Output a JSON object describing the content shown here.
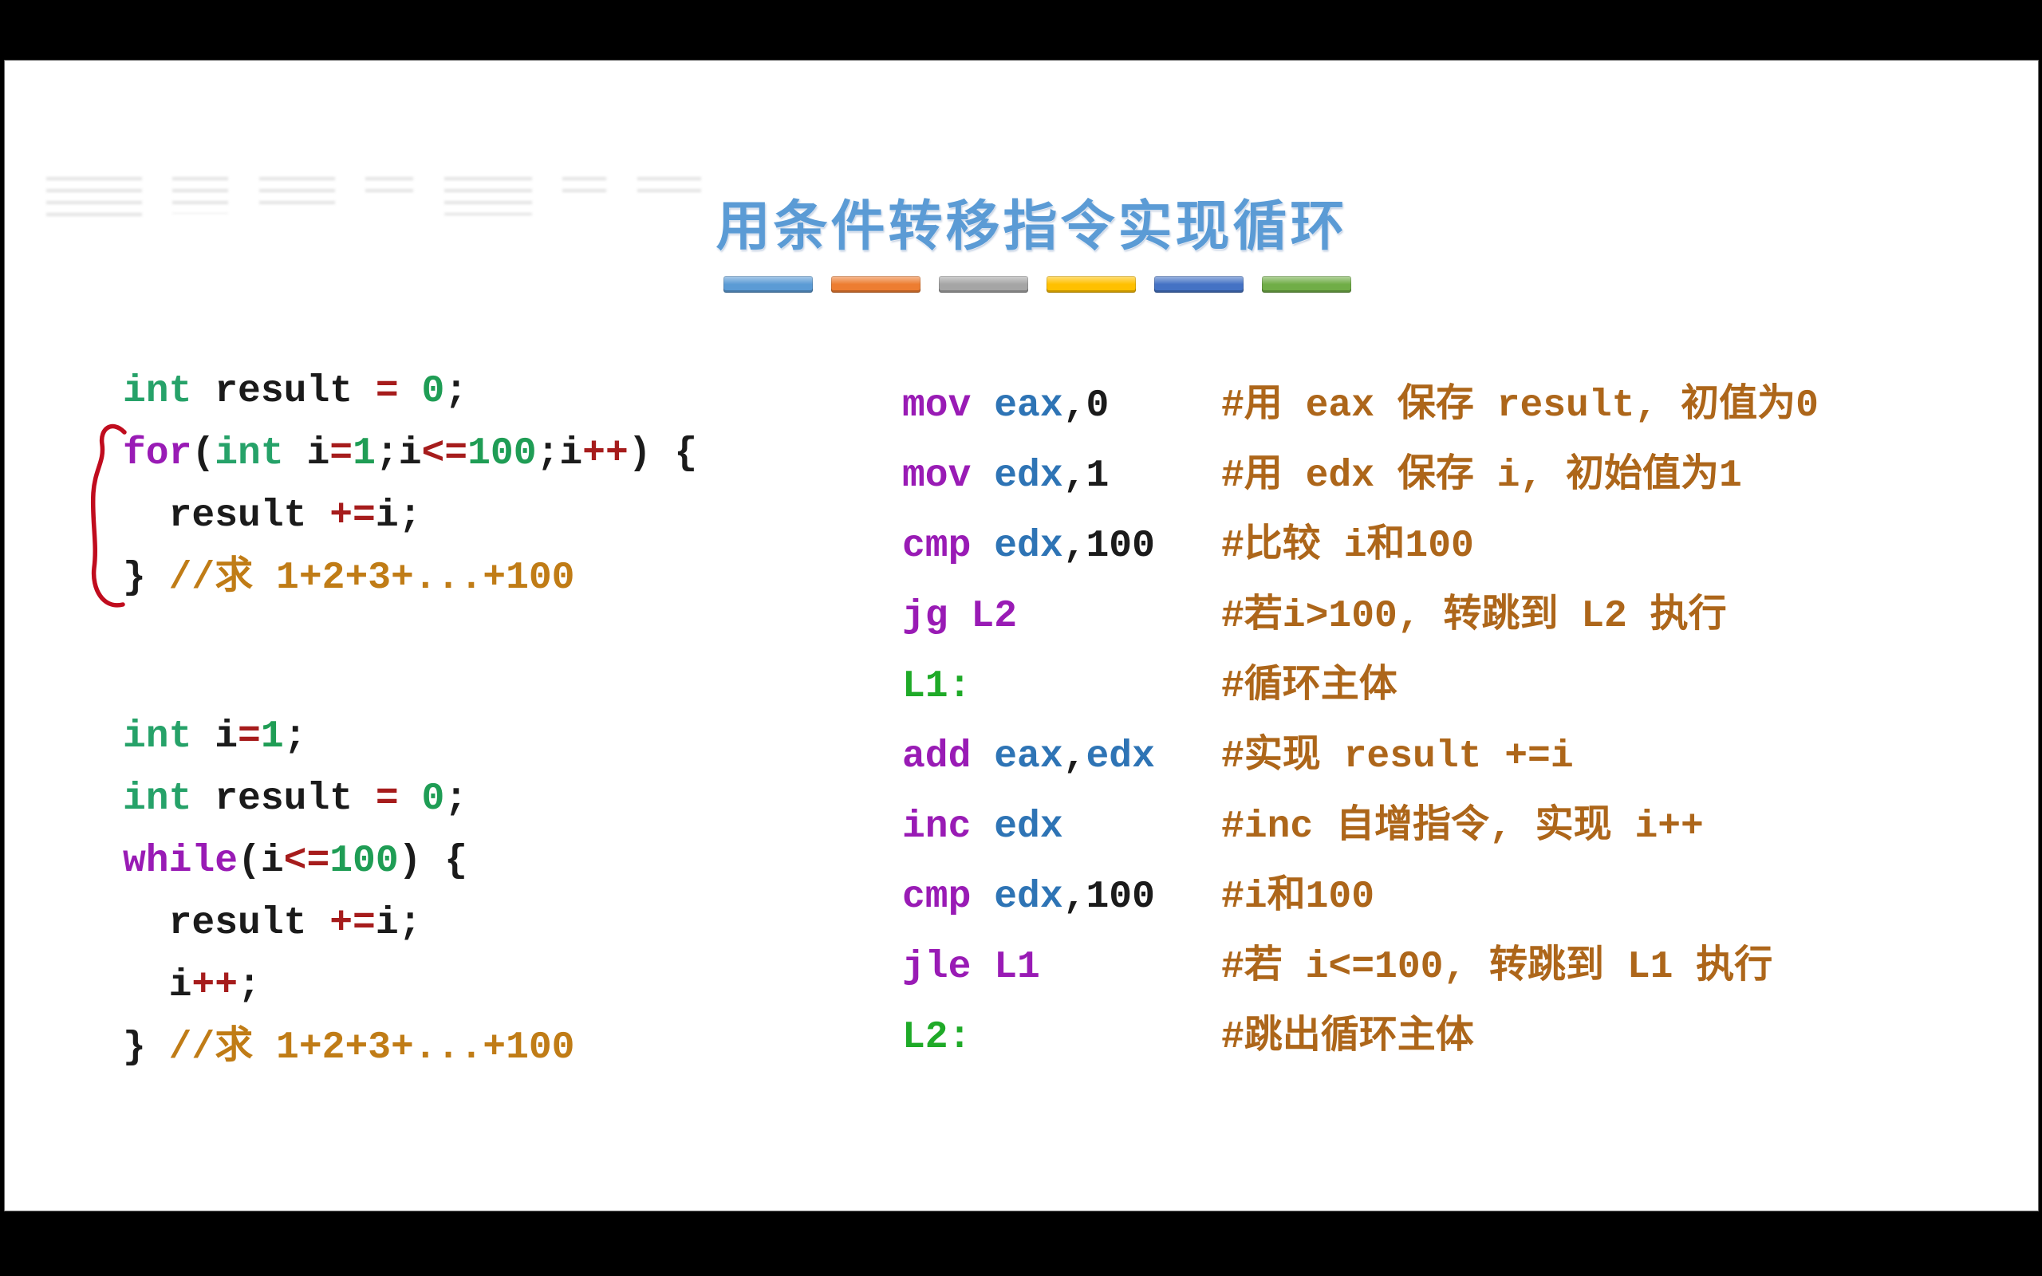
{
  "title": "用条件转移指令实现循环",
  "accent_bars": [
    {
      "name": "blue",
      "color": "#5b9bd5"
    },
    {
      "name": "orange",
      "color": "#ed7d31"
    },
    {
      "name": "gray",
      "color": "#a5a5a5"
    },
    {
      "name": "yellow",
      "color": "#ffc000"
    },
    {
      "name": "dark-blue",
      "color": "#4472c4"
    },
    {
      "name": "green",
      "color": "#70ad47"
    }
  ],
  "colors": {
    "title_blue": "#5b9bd5",
    "keyword": "#991bb5",
    "type": "#26a269",
    "number": "#1f9d55",
    "operator": "#a61c1c",
    "plain": "#1b1b1b",
    "register": "#2e74b5",
    "label": "#1faa28",
    "c_comment": "#c07c16",
    "asm_comment": "#ad661a",
    "annotation_red": "#c00c1e"
  },
  "c_for_block": {
    "lines": [
      [
        {
          "t": "int",
          "c": "type"
        },
        {
          "t": " result ",
          "c": "plain"
        },
        {
          "t": "=",
          "c": "op"
        },
        {
          "t": " ",
          "c": "plain"
        },
        {
          "t": "0",
          "c": "num"
        },
        {
          "t": ";",
          "c": "plain"
        }
      ],
      [
        {
          "t": "for",
          "c": "kw"
        },
        {
          "t": "(",
          "c": "plain"
        },
        {
          "t": "int",
          "c": "type"
        },
        {
          "t": " i",
          "c": "plain"
        },
        {
          "t": "=",
          "c": "op"
        },
        {
          "t": "1",
          "c": "num"
        },
        {
          "t": ";i",
          "c": "plain"
        },
        {
          "t": "<=",
          "c": "op"
        },
        {
          "t": "100",
          "c": "num"
        },
        {
          "t": ";i",
          "c": "plain"
        },
        {
          "t": "++",
          "c": "op"
        },
        {
          "t": ") {",
          "c": "plain"
        }
      ],
      [
        {
          "t": "  result ",
          "c": "plain"
        },
        {
          "t": "+=",
          "c": "op"
        },
        {
          "t": "i;",
          "c": "plain"
        }
      ],
      [
        {
          "t": "} ",
          "c": "plain"
        },
        {
          "t": "//求 1+2+3+...+100",
          "c": "comment"
        }
      ]
    ]
  },
  "c_while_block": {
    "lines": [
      [
        {
          "t": "int",
          "c": "type"
        },
        {
          "t": " i",
          "c": "plain"
        },
        {
          "t": "=",
          "c": "op"
        },
        {
          "t": "1",
          "c": "num"
        },
        {
          "t": ";",
          "c": "plain"
        }
      ],
      [
        {
          "t": "int",
          "c": "type"
        },
        {
          "t": " result ",
          "c": "plain"
        },
        {
          "t": "=",
          "c": "op"
        },
        {
          "t": " ",
          "c": "plain"
        },
        {
          "t": "0",
          "c": "num"
        },
        {
          "t": ";",
          "c": "plain"
        }
      ],
      [
        {
          "t": "while",
          "c": "kw"
        },
        {
          "t": "(i",
          "c": "plain"
        },
        {
          "t": "<=",
          "c": "op"
        },
        {
          "t": "100",
          "c": "num"
        },
        {
          "t": ") {",
          "c": "plain"
        }
      ],
      [
        {
          "t": "  result ",
          "c": "plain"
        },
        {
          "t": "+=",
          "c": "op"
        },
        {
          "t": "i;",
          "c": "plain"
        }
      ],
      [
        {
          "t": "  i",
          "c": "plain"
        },
        {
          "t": "++",
          "c": "op"
        },
        {
          "t": ";",
          "c": "plain"
        }
      ],
      [
        {
          "t": "} ",
          "c": "plain"
        },
        {
          "t": "//求 1+2+3+...+100",
          "c": "comment"
        }
      ]
    ]
  },
  "asm_listing": {
    "rows": [
      {
        "tokens": [
          {
            "t": "mov",
            "c": "kw"
          },
          {
            "t": " ",
            "c": "plain"
          },
          {
            "t": "eax",
            "c": "reg"
          },
          {
            "t": ",0",
            "c": "plain"
          }
        ],
        "comment": "#用 eax 保存 result, 初值为0"
      },
      {
        "tokens": [
          {
            "t": "mov",
            "c": "kw"
          },
          {
            "t": " ",
            "c": "plain"
          },
          {
            "t": "edx",
            "c": "reg"
          },
          {
            "t": ",1",
            "c": "plain"
          }
        ],
        "comment": "#用 edx 保存 i, 初始值为1"
      },
      {
        "tokens": [
          {
            "t": "cmp",
            "c": "kw"
          },
          {
            "t": " ",
            "c": "plain"
          },
          {
            "t": "edx",
            "c": "reg"
          },
          {
            "t": ",100",
            "c": "plain"
          }
        ],
        "comment": "#比较 i和100"
      },
      {
        "tokens": [
          {
            "t": "jg",
            "c": "kw"
          },
          {
            "t": " ",
            "c": "plain"
          },
          {
            "t": "L2",
            "c": "kw"
          }
        ],
        "comment": "#若i>100, 转跳到 L2 执行"
      },
      {
        "tokens": [
          {
            "t": "L1:",
            "c": "label"
          }
        ],
        "comment": "#循环主体"
      },
      {
        "tokens": [
          {
            "t": "add",
            "c": "kw"
          },
          {
            "t": " ",
            "c": "plain"
          },
          {
            "t": "eax",
            "c": "reg"
          },
          {
            "t": ",",
            "c": "plain"
          },
          {
            "t": "edx",
            "c": "reg"
          }
        ],
        "comment": "#实现 result +=i"
      },
      {
        "tokens": [
          {
            "t": "inc",
            "c": "kw"
          },
          {
            "t": " ",
            "c": "plain"
          },
          {
            "t": "edx",
            "c": "reg"
          }
        ],
        "comment": "#inc 自增指令, 实现 i++"
      },
      {
        "tokens": [
          {
            "t": "cmp",
            "c": "kw"
          },
          {
            "t": " ",
            "c": "plain"
          },
          {
            "t": "edx",
            "c": "reg"
          },
          {
            "t": ",100",
            "c": "plain"
          }
        ],
        "comment": "#i和100"
      },
      {
        "tokens": [
          {
            "t": "jle",
            "c": "kw"
          },
          {
            "t": " ",
            "c": "plain"
          },
          {
            "t": "L1",
            "c": "kw"
          }
        ],
        "comment": "#若 i<=100, 转跳到 L1 执行"
      },
      {
        "tokens": [
          {
            "t": "L2:",
            "c": "label"
          }
        ],
        "comment": "#跳出循环主体"
      }
    ]
  }
}
